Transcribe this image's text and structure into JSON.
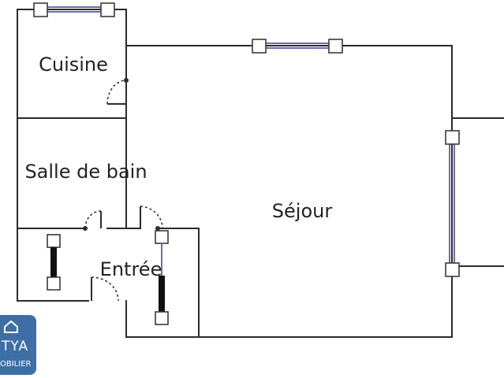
{
  "rooms": {
    "cuisine": "Cuisine",
    "salle_de_bain": "Salle de bain",
    "sejour": "Séjour",
    "entree": "Entrée"
  },
  "logo": {
    "text": "TYA",
    "subtext": "OBILIER"
  },
  "colors": {
    "wall": "#2b2b2b",
    "window_line": "#6a6fa8",
    "logo_bg": "#3d6ea6"
  }
}
